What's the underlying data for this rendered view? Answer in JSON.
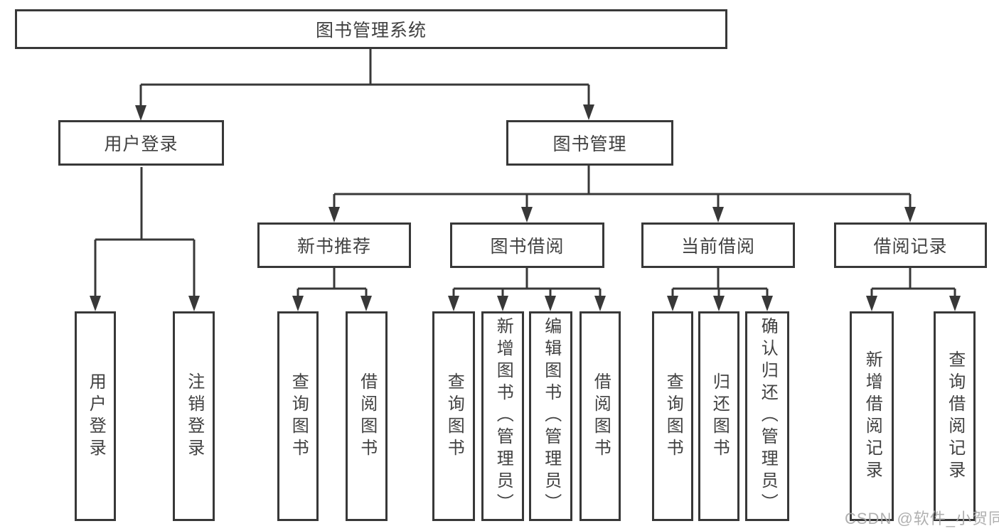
{
  "diagram": {
    "root": {
      "label": "图书管理系统"
    },
    "level2": [
      {
        "label": "用户登录",
        "parent": "图书管理系统"
      },
      {
        "label": "图书管理",
        "parent": "图书管理系统"
      }
    ],
    "level3": [
      {
        "label": "新书推荐",
        "parent": "图书管理"
      },
      {
        "label": "图书借阅",
        "parent": "图书管理"
      },
      {
        "label": "当前借阅",
        "parent": "图书管理"
      },
      {
        "label": "借阅记录",
        "parent": "图书管理"
      }
    ],
    "leaves": [
      {
        "label": "用户登录",
        "parent": "用户登录"
      },
      {
        "label": "注销登录",
        "parent": "用户登录"
      },
      {
        "label": "查询图书",
        "parent": "新书推荐"
      },
      {
        "label": "借阅图书",
        "parent": "新书推荐"
      },
      {
        "label": "查询图书",
        "parent": "图书借阅"
      },
      {
        "label": "新增图书（管理员）",
        "parent": "图书借阅"
      },
      {
        "label": "编辑图书（管理员）",
        "parent": "图书借阅"
      },
      {
        "label": "借阅图书",
        "parent": "图书借阅"
      },
      {
        "label": "查询图书",
        "parent": "当前借阅"
      },
      {
        "label": "归还图书",
        "parent": "当前借阅"
      },
      {
        "label": "确认归还（管理员）",
        "parent": "当前借阅"
      },
      {
        "label": "新增借阅记录",
        "parent": "借阅记录"
      },
      {
        "label": "查询借阅记录",
        "parent": "借阅记录"
      }
    ]
  },
  "watermark": {
    "text": "CSDN @软件_小贺同学"
  },
  "colors": {
    "line": "#383838",
    "text": "#414141",
    "background": "#ffffff",
    "watermark": "#a8a8a8"
  }
}
